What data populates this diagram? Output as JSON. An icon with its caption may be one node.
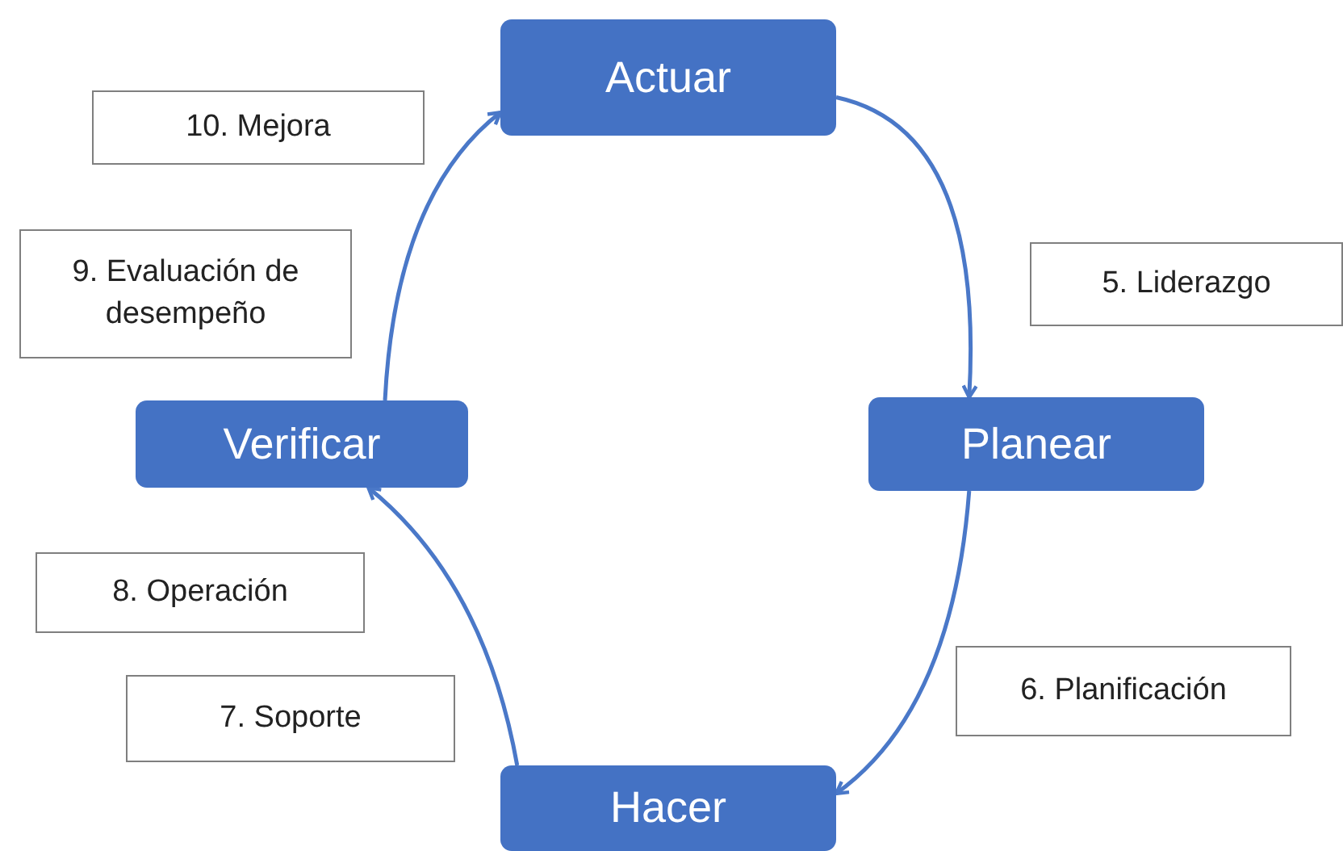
{
  "diagram": {
    "nodes": [
      {
        "text": [
          "Actuar"
        ]
      },
      {
        "text": [
          "Planear"
        ]
      },
      {
        "text": [
          "Hacer"
        ]
      },
      {
        "text": [
          "Verificar"
        ]
      },
      {
        "text": [
          "10. Mejora"
        ]
      },
      {
        "text": [
          "9. Evaluación de desempeño"
        ]
      },
      {
        "text": [
          "5. Liderazgo"
        ]
      },
      {
        "text": [
          "6. Planificación"
        ]
      },
      {
        "text": [
          "8. Operación"
        ]
      },
      {
        "text": [
          "7. Soporte"
        ]
      }
    ],
    "edges": [
      {
        "from": 0,
        "to": 1,
        "arrow": "to"
      },
      {
        "from": 1,
        "to": 2,
        "arrow": "to"
      },
      {
        "from": 2,
        "to": 3,
        "arrow": "to"
      },
      {
        "from": 3,
        "to": 0,
        "arrow": "to"
      }
    ]
  }
}
